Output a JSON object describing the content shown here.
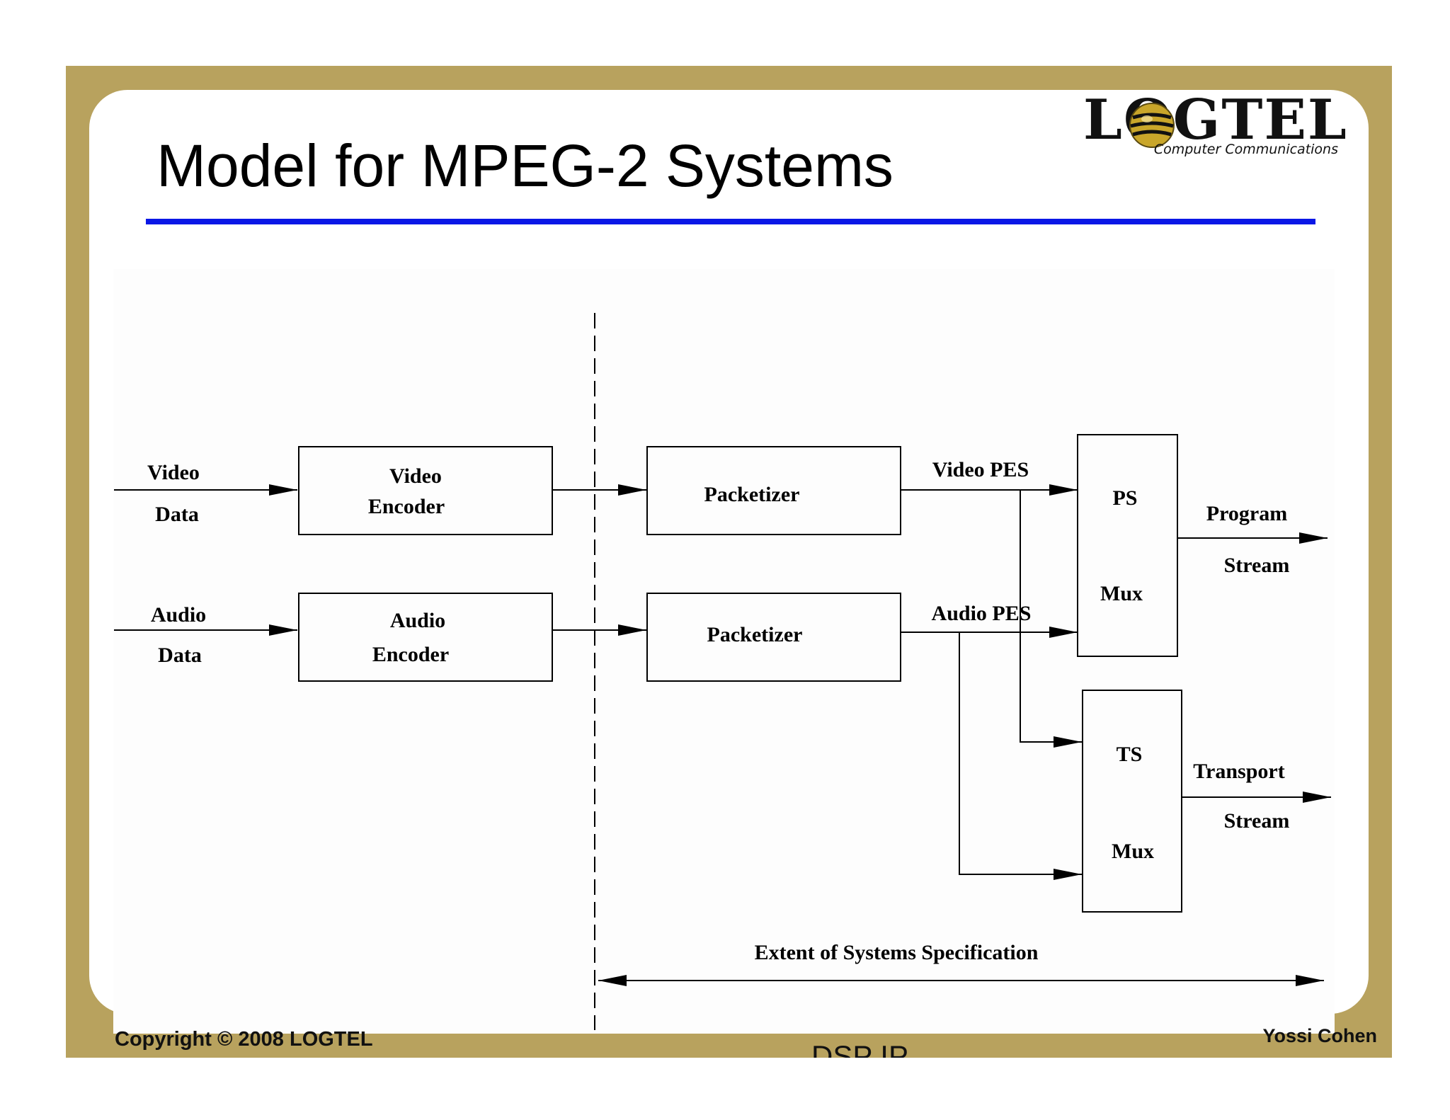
{
  "slide": {
    "title": "Model for MPEG-2 Systems",
    "logo_text": "LOGTEL",
    "logo_subtitle": "Computer Communications",
    "footer_left": "Copyright © 2008 LOGTEL",
    "footer_center": "DSP IP",
    "footer_right": "Yossi Cohen",
    "accent_color": "#0a17e6",
    "frame_color": "#b8a25e"
  },
  "diagram": {
    "inputs": {
      "video_line1": "Video",
      "video_line2": "Data",
      "audio_line1": "Audio",
      "audio_line2": "Data"
    },
    "blocks": {
      "video_encoder_line1": "Video",
      "video_encoder_line2": "Encoder",
      "audio_encoder_line1": "Audio",
      "audio_encoder_line2": "Encoder",
      "video_packetizer": "Packetizer",
      "audio_packetizer": "Packetizer",
      "ps_mux_line1": "PS",
      "ps_mux_line2": "Mux",
      "ts_mux_line1": "TS",
      "ts_mux_line2": "Mux"
    },
    "streams": {
      "video_pes": "Video PES",
      "audio_pes": "Audio PES",
      "program_line1": "Program",
      "program_line2": "Stream",
      "transport_line1": "Transport",
      "transport_line2": "Stream"
    },
    "extent_label": "Extent of Systems Specification"
  }
}
